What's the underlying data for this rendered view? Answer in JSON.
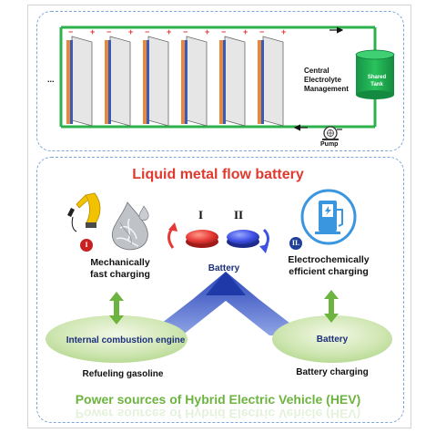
{
  "top_panel": {
    "management_label": [
      "Central",
      "Electrolyte",
      "Management"
    ],
    "tank_label": [
      "Shared",
      "Tank"
    ],
    "pump_label": "Pump",
    "ellipsis": "...",
    "cell_count": 6,
    "minus_sign": "−",
    "plus_sign": "+"
  },
  "bottom_panel": {
    "title": "Liquid metal flow battery",
    "roman_one": "I",
    "roman_two": "II",
    "battery_center_label": "Battery",
    "badge_one": "I",
    "badge_two": "II.",
    "mechanical_label": [
      "Mechanically",
      "fast charging"
    ],
    "electrochemical_label": [
      "Electrochemically",
      "efficient charging"
    ],
    "ice_label": "Internal combustion engine",
    "battery_right_label": "Battery",
    "refueling_label": "Refueling gasoline",
    "battery_charging_label": "Battery charging",
    "hev_title": "Power sources of Hybrid Electric Vehicle (HEV)"
  },
  "colors": {
    "green_line": "#2bb24c",
    "panel_border": "#7fa6d8",
    "title_red": "#e03a2f",
    "hev_green": "#6cb43f",
    "navy": "#1c2f7a",
    "button_red": "#e53935",
    "button_blue": "#3f51e5"
  }
}
